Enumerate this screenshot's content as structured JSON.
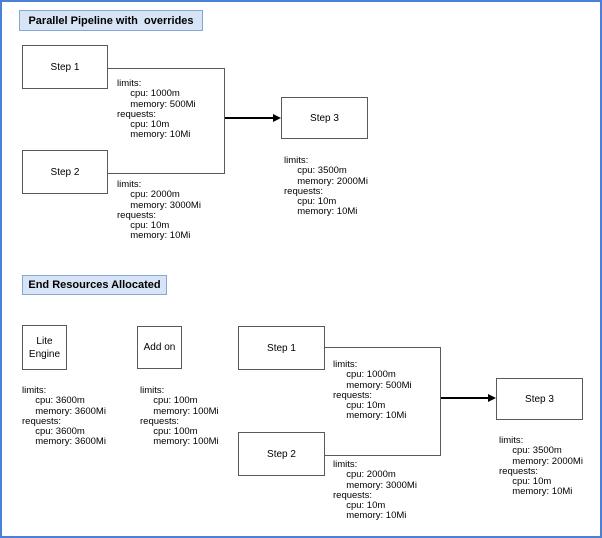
{
  "frame": {
    "border_color": "#4a80d6",
    "background": "#ffffff"
  },
  "palette": {
    "title_fill": "#d7e4f5",
    "title_border": "#86a6d3",
    "node_fill": "#ffffff",
    "node_border": "#595959",
    "connector_color": "#595959",
    "arrow_color": "#000000",
    "text_color": "#000000"
  },
  "pipeline_overrides": {
    "title": "Parallel Pipeline with  overrides",
    "step1_label": "Step 1",
    "step2_label": "Step 2",
    "step3_label": "Step 3",
    "step1_resources": [
      "limits:",
      "     cpu: 1000m",
      "     memory: 500Mi",
      "requests:",
      "     cpu: 10m",
      "     memory: 10Mi"
    ],
    "step2_resources": [
      "limits:",
      "     cpu: 2000m",
      "     memory: 3000Mi",
      "requests:",
      "     cpu: 10m",
      "     memory: 10Mi"
    ],
    "step3_resources": [
      "limits:",
      "     cpu: 3500m",
      "     memory: 2000Mi",
      "requests:",
      "     cpu: 10m",
      "     memory: 10Mi"
    ]
  },
  "end_resources": {
    "title": "End Resources Allocated",
    "lite_engine_label": [
      "Lite",
      "Engine"
    ],
    "add_on_label": "Add on",
    "step1_label": "Step 1",
    "step2_label": "Step 2",
    "step3_label": "Step 3",
    "lite_engine_resources": [
      "limits:",
      "     cpu: 3600m",
      "     memory: 3600Mi",
      "requests:",
      "     cpu: 3600m",
      "     memory: 3600Mi"
    ],
    "add_on_resources": [
      "limits:",
      "     cpu: 100m",
      "     memory: 100Mi",
      "requests:",
      "     cpu: 100m",
      "     memory: 100Mi"
    ],
    "step1_resources": [
      "limits:",
      "     cpu: 1000m",
      "     memory: 500Mi",
      "requests:",
      "     cpu: 10m",
      "     memory: 10Mi"
    ],
    "step2_resources": [
      "limits:",
      "     cpu: 2000m",
      "     memory: 3000Mi",
      "requests:",
      "     cpu: 10m",
      "     memory: 10Mi"
    ],
    "step3_resources": [
      "limits:",
      "     cpu: 3500m",
      "     memory: 2000Mi",
      "requests:",
      "     cpu: 10m",
      "     memory: 10Mi"
    ]
  }
}
